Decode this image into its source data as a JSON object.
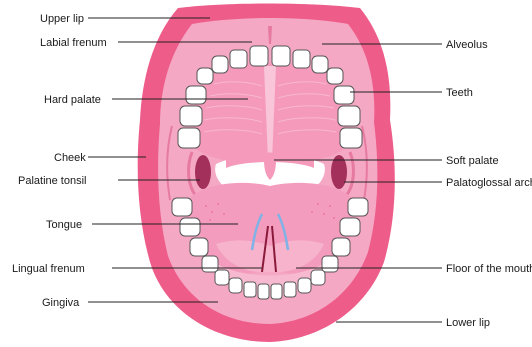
{
  "labels": {
    "upper_lip": "Upper lip",
    "labial_frenum": "Labial frenum",
    "hard_palate": "Hard palate",
    "cheek": "Cheek",
    "palatine_tonsil": "Palatine tonsil",
    "tongue": "Tongue",
    "lingual_frenum": "Lingual frenum",
    "gingiva": "Gingiva",
    "alveolus": "Alveolus",
    "teeth": "Teeth",
    "soft_palate": "Soft palate",
    "palatoglossal_arch": "Palatoglossal arch",
    "floor_of_mouth": "Floor of the mouth",
    "lower_lip": "Lower lip"
  },
  "colors": {
    "lip": "#ee5c8a",
    "gum": "#f4a8c3",
    "palate": "#f59abb",
    "tongue": "#f49cbd",
    "tonsil": "#a2305a",
    "tooth": "#ffffff",
    "tooth_outline": "#555555",
    "frenum": "#8a1a3a",
    "vein": "#7fb2e6"
  }
}
